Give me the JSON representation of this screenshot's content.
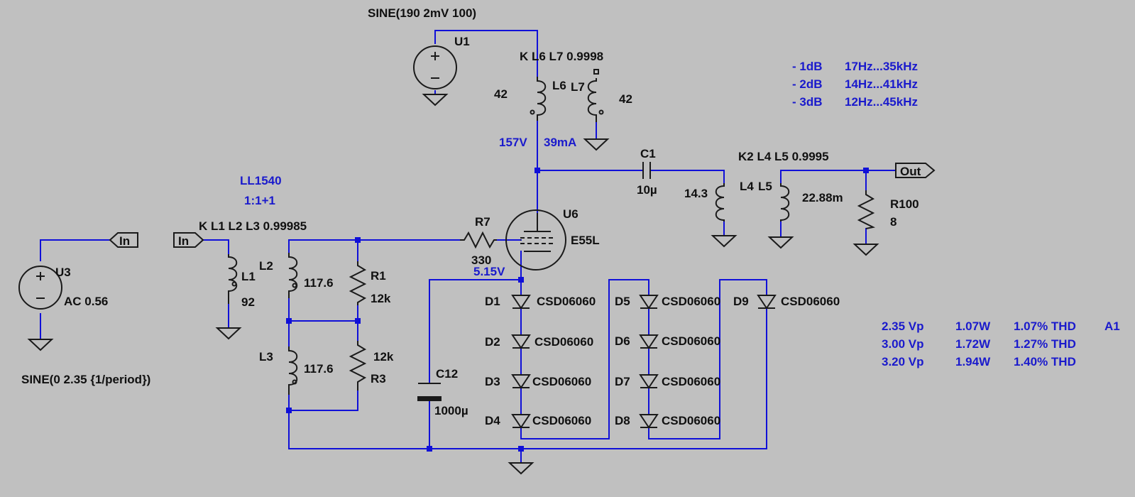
{
  "colors": {
    "background": "#c0c0c0",
    "wire": "#1010d8",
    "component": "#1a1a1a",
    "annotation": "#1a1acc"
  },
  "labels": {
    "u1_spec": "SINE(190 2mV 100)",
    "u1": "U1",
    "k_l6l7": "K L6 L7  0.9998",
    "l6": "L6",
    "l7": "L7",
    "l6_val": "42",
    "l7_val": "42",
    "v157": "157V",
    "i39": "39mA",
    "c1": "C1",
    "c1_val": "10µ",
    "k2": "K2 L4 L5  0.9995",
    "l4": "L4",
    "l5": "L5",
    "l4_val": "14.3",
    "l5_val": "22.88m",
    "out": "Out",
    "r100": "R100",
    "r100_val": "8",
    "ll1540": "LL1540",
    "ratio": "1:1+1",
    "k_l123": "K L1 L2 L3 0.99985",
    "in_left": "In",
    "in_right": "In",
    "u3": "U3",
    "u3_val": "AC 0.56",
    "u3_spec": "SINE(0 2.35 {1/period})",
    "l1": "L1",
    "l1_val": "92",
    "l2": "L2",
    "l2_val": "117.6",
    "l3": "L3",
    "l3_val": "117.6",
    "r1": "R1",
    "r1_val": "12k",
    "r3": "R3",
    "r3_val": "12k",
    "r7": "R7",
    "r7_val": "330",
    "u6": "U6",
    "u6_val": "E55L",
    "v515": "5.15V",
    "c12": "C12",
    "c12_val": "1000µ",
    "d1": "D1",
    "d2": "D2",
    "d3": "D3",
    "d4": "D4",
    "d5": "D5",
    "d6": "D6",
    "d7": "D7",
    "d8": "D8",
    "d9": "D9",
    "diode_model": "CSD06060"
  },
  "bandwidth": [
    {
      "level": "- 1dB",
      "range": "17Hz...35kHz"
    },
    {
      "level": "- 2dB",
      "range": "14Hz...41kHz"
    },
    {
      "level": "- 3dB",
      "range": "12Hz...45kHz"
    }
  ],
  "performance": [
    {
      "vp": "2.35 Vp",
      "power": "1.07W",
      "thd": "1.07% THD",
      "tag": "A1"
    },
    {
      "vp": "3.00 Vp",
      "power": "1.72W",
      "thd": "1.27% THD",
      "tag": ""
    },
    {
      "vp": "3.20 Vp",
      "power": "1.94W",
      "thd": "1.40% THD",
      "tag": ""
    }
  ],
  "icons": [
    "voltage-source-icon",
    "ground-icon",
    "inductor-icon",
    "resistor-icon",
    "capacitor-icon",
    "diode-icon",
    "pentode-tube-icon",
    "net-label-icon"
  ]
}
